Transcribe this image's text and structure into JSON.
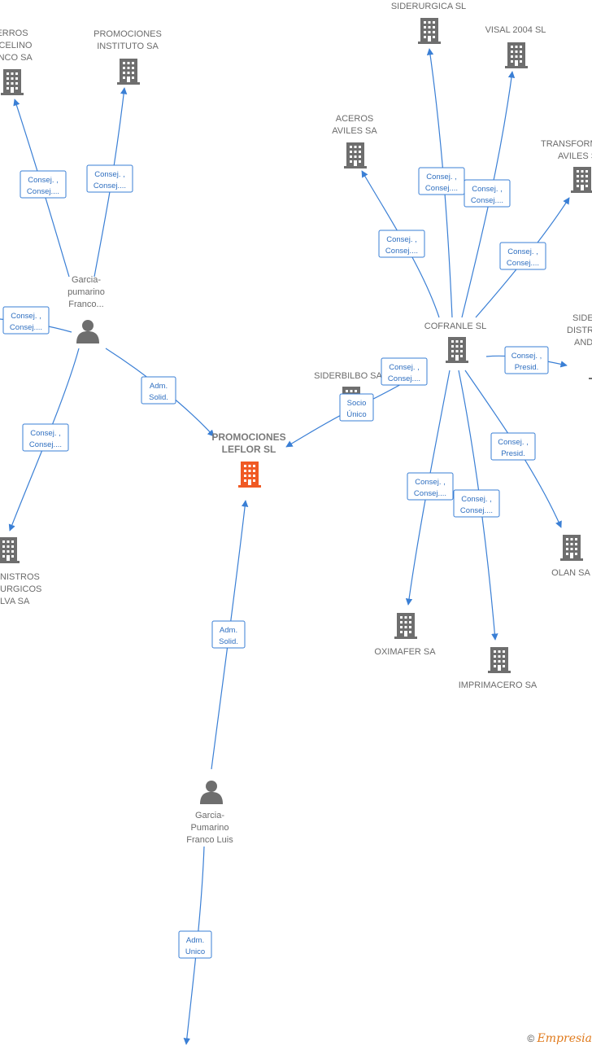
{
  "colors": {
    "edge": "#3a7fd5",
    "node_gray": "#6e6e6e",
    "node_main": "#f05a24",
    "brand": "#e07a1c"
  },
  "nodes": [
    {
      "id": "hierros",
      "type": "company",
      "lines": [
        "ERROS",
        "RCELINO",
        "ANCO SA"
      ]
    },
    {
      "id": "promo_instituto",
      "type": "company",
      "lines": [
        "PROMOCIONES",
        "INSTITUTO SA"
      ]
    },
    {
      "id": "siderurgica",
      "type": "company",
      "lines": [
        "SIDERURGICA SL"
      ]
    },
    {
      "id": "visal",
      "type": "company",
      "lines": [
        "VISAL 2004  SL"
      ]
    },
    {
      "id": "aceros",
      "type": "company",
      "lines": [
        "ACEROS",
        "AVILES SA"
      ]
    },
    {
      "id": "transform",
      "type": "company",
      "lines": [
        "TRANSFORM",
        "AVILES S"
      ]
    },
    {
      "id": "garcia_pumarino",
      "type": "person",
      "lines": [
        "Garcia-",
        "pumarino",
        "Franco..."
      ]
    },
    {
      "id": "cofranle",
      "type": "company",
      "lines": [
        "COFRANLE SL"
      ]
    },
    {
      "id": "side",
      "type": "company",
      "lines": [
        "SIDE",
        "DISTR",
        "AND"
      ]
    },
    {
      "id": "siderbilbo",
      "type": "company",
      "lines": [
        "SIDERBILBO SA"
      ]
    },
    {
      "id": "promo_leflor",
      "type": "main",
      "lines": [
        "PROMOCIONES",
        "LEFLOR  SL"
      ]
    },
    {
      "id": "suministros",
      "type": "company",
      "lines": [
        "NISTROS",
        "URGICOS",
        "LVA SA"
      ]
    },
    {
      "id": "olan",
      "type": "company",
      "lines": [
        "OLAN SA"
      ]
    },
    {
      "id": "oximafer",
      "type": "company",
      "lines": [
        "OXIMAFER SA"
      ]
    },
    {
      "id": "imprimacero",
      "type": "company",
      "lines": [
        "IMPRIMACERO SA"
      ]
    },
    {
      "id": "garcia_luis",
      "type": "person",
      "lines": [
        "Garcia-",
        "Pumarino",
        "Franco Luis"
      ]
    }
  ],
  "relations": [
    {
      "id": "r_hierros",
      "lines": [
        "Consej. ,",
        "Consej...."
      ]
    },
    {
      "id": "r_instituto",
      "lines": [
        "Consej. ,",
        "Consej...."
      ]
    },
    {
      "id": "r_left",
      "lines": [
        "Consej. ,",
        "Consej...."
      ]
    },
    {
      "id": "r_suministros",
      "lines": [
        "Consej. ,",
        "Consej...."
      ]
    },
    {
      "id": "r_adm_solid_1",
      "lines": [
        "Adm.",
        "Solid."
      ]
    },
    {
      "id": "r_aceros",
      "lines": [
        "Consej. ,",
        "Consej...."
      ]
    },
    {
      "id": "r_siderurgica",
      "lines": [
        "Consej. ,",
        "Consej...."
      ]
    },
    {
      "id": "r_visal",
      "lines": [
        "Consej. ,",
        "Consej...."
      ]
    },
    {
      "id": "r_transform",
      "lines": [
        "Consej. ,",
        "Consej...."
      ]
    },
    {
      "id": "r_side",
      "lines": [
        "Consej. ,",
        "Presid."
      ]
    },
    {
      "id": "r_siderbilbo",
      "lines": [
        "Consej. ,",
        "Consej...."
      ]
    },
    {
      "id": "r_socio",
      "lines": [
        "Socio",
        "Único"
      ]
    },
    {
      "id": "r_olan",
      "lines": [
        "Consej. ,",
        "Presid."
      ]
    },
    {
      "id": "r_oximafer",
      "lines": [
        "Consej. ,",
        "Consej...."
      ]
    },
    {
      "id": "r_imprimacero",
      "lines": [
        "Consej. ,",
        "Consej...."
      ]
    },
    {
      "id": "r_adm_solid_2",
      "lines": [
        "Adm.",
        "Solid."
      ]
    },
    {
      "id": "r_adm_unico",
      "lines": [
        "Adm.",
        "Unico"
      ]
    }
  ],
  "footer": {
    "copyright_symbol": "©",
    "brand": "Empresia"
  }
}
